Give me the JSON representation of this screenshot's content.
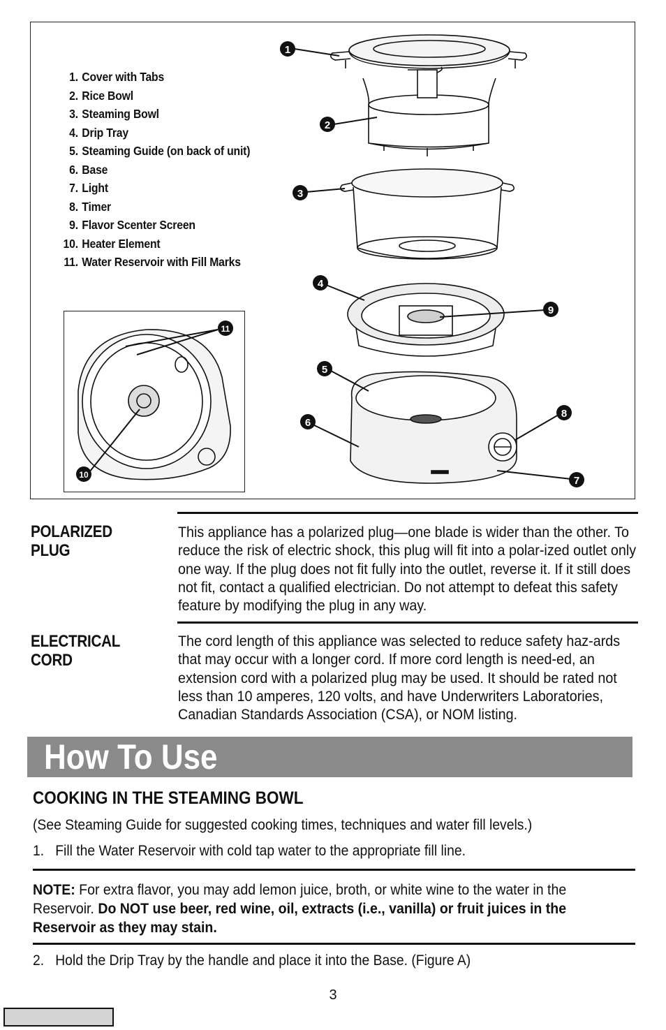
{
  "parts": [
    {
      "num": "1.",
      "label": "Cover with Tabs"
    },
    {
      "num": "2.",
      "label": "Rice Bowl"
    },
    {
      "num": "3.",
      "label": "Steaming Bowl"
    },
    {
      "num": "4.",
      "label": "Drip Tray"
    },
    {
      "num": "5.",
      "label": "Steaming Guide (on back of unit)"
    },
    {
      "num": "6.",
      "label": "Base"
    },
    {
      "num": "7.",
      "label": "Light"
    },
    {
      "num": "8.",
      "label": "Timer"
    },
    {
      "num": "9.",
      "label": "Flavor Scenter Screen"
    },
    {
      "num": "10.",
      "label": "Heater Element"
    },
    {
      "num": "11.",
      "label": "Water Reservoir with Fill Marks"
    }
  ],
  "callouts": {
    "c1": "1",
    "c2": "2",
    "c3": "3",
    "c4": "4",
    "c5": "5",
    "c6": "6",
    "c7": "7",
    "c8": "8",
    "c9": "9",
    "c10": "10",
    "c11": "11"
  },
  "polarized": {
    "head1": "POLARIZED",
    "head2": "PLUG",
    "body": "This appliance has a polarized plug—one blade is wider than the other. To reduce the risk of electric shock, this plug will fit into a polar-ized outlet only one way. If the plug does not fit fully into the outlet, reverse it. If it still does not fit, contact a qualified electrician. Do not attempt to defeat this safety feature by modifying the plug in any way."
  },
  "cord": {
    "head1": "ELECTRICAL",
    "head2": "CORD",
    "body": "The cord length of this appliance was selected to reduce safety haz-ards that may occur with a longer cord. If more cord length is need-ed, an extension cord with a polarized plug may be used. It should be rated not less than 10 amperes, 120 volts, and have Underwriters Laboratories, Canadian Standards Association (CSA), or NOM listing."
  },
  "how_to_use": {
    "banner": "How To Use",
    "section": "COOKING IN THE STEAMING BOWL",
    "intro": "(See Steaming Guide for suggested cooking times, techniques and water fill levels.)",
    "step1_num": "1.",
    "step1": "Fill the Water Reservoir with cold tap water to the appropriate fill line.",
    "note_label": "NOTE:",
    "note_text": " For extra flavor, you may add lemon juice, broth, or white wine to the water in the Reservoir. ",
    "note_bold": "Do NOT use beer, red wine, oil, extracts (i.e., vanilla) or fruit juices in the Reservoir as they may stain.",
    "step2_num": "2.",
    "step2": "Hold the Drip Tray by the handle and place it into the Base. (Figure A)"
  },
  "page_number": "3"
}
